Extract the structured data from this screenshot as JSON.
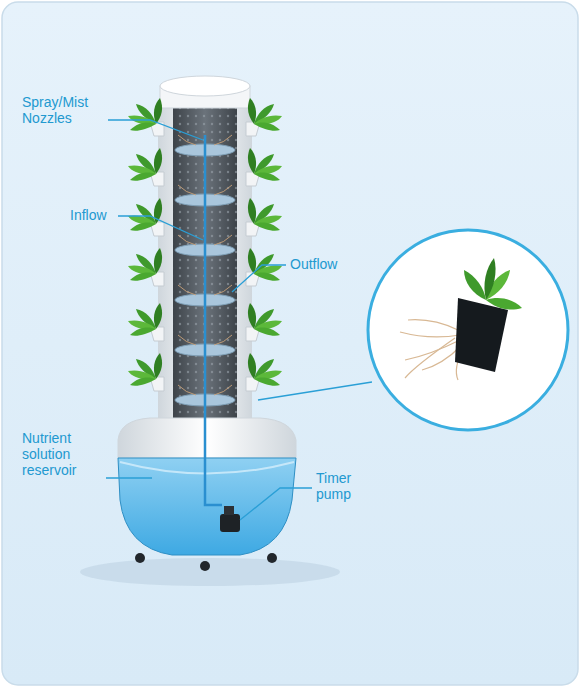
{
  "diagram": {
    "labels": [
      "Spray/Mist Nozzles",
      "Inflow",
      "Outflow",
      "Nutrient solution reservoir",
      "Timer pump"
    ]
  }
}
